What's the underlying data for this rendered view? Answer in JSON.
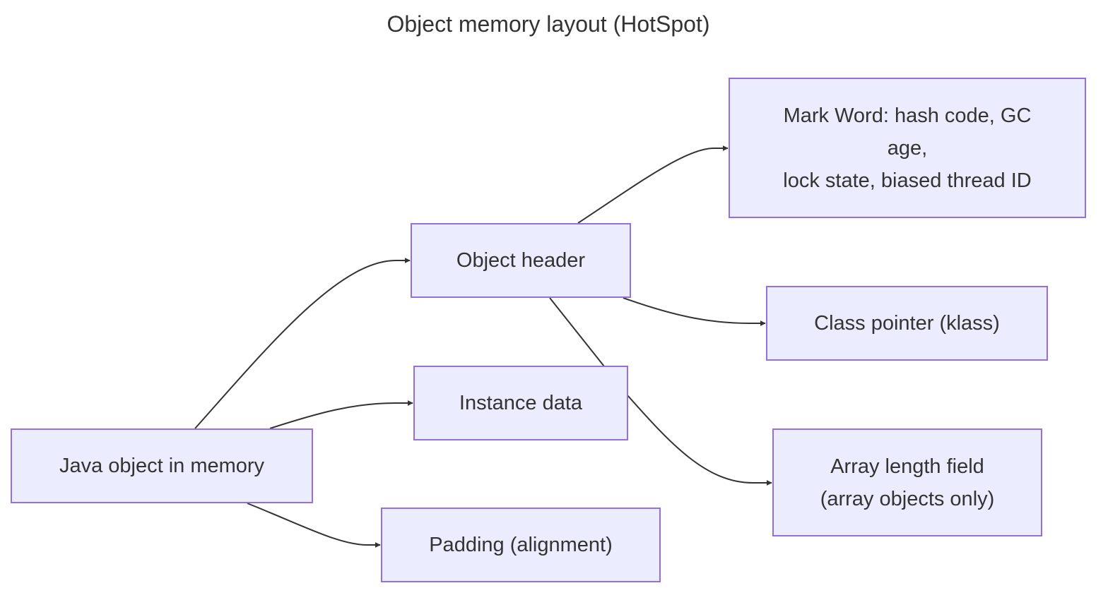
{
  "title": "Object memory layout (HotSpot)",
  "nodes": {
    "root": {
      "label": "Java object in memory"
    },
    "header": {
      "label": "Object header"
    },
    "instance": {
      "label": "Instance data"
    },
    "padding": {
      "label": "Padding (alignment)"
    },
    "mark": {
      "label": "Mark Word: hash code, GC\nage,\nlock state, biased thread ID"
    },
    "klass": {
      "label": "Class pointer (klass)"
    },
    "array": {
      "label": "Array length field\n(array objects only)"
    }
  },
  "edges": [
    {
      "from": "root",
      "to": "header"
    },
    {
      "from": "root",
      "to": "instance"
    },
    {
      "from": "root",
      "to": "padding"
    },
    {
      "from": "header",
      "to": "mark"
    },
    {
      "from": "header",
      "to": "klass"
    },
    {
      "from": "header",
      "to": "array"
    }
  ],
  "colors": {
    "node_fill": "#ececff",
    "node_border": "#9370db",
    "edge": "#333333",
    "text": "#333333"
  }
}
